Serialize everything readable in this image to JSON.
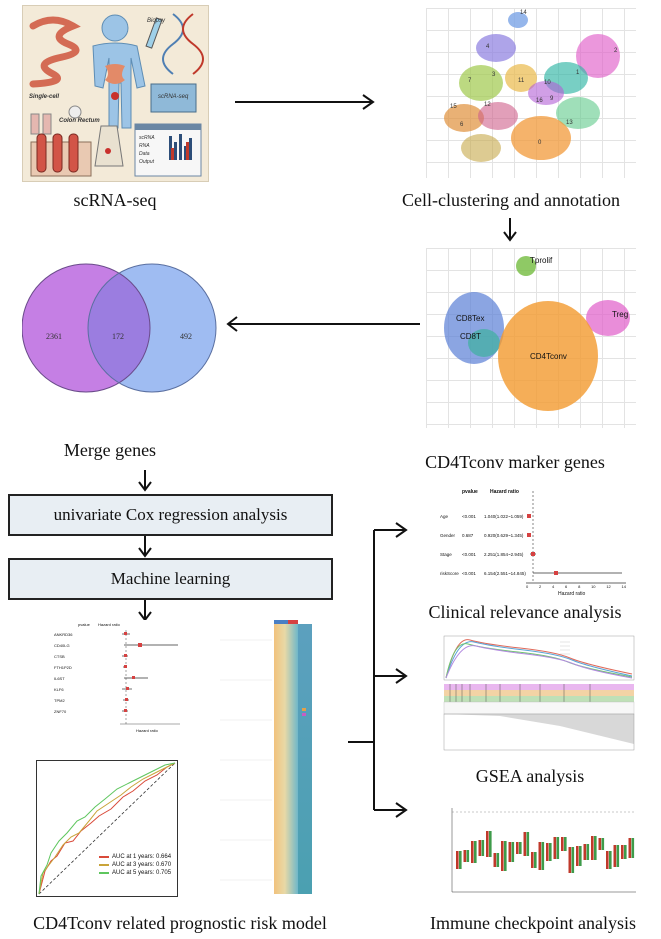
{
  "captions": {
    "scrna": "scRNA-seq",
    "clustering": "Cell-clustering and annotation",
    "merge": "Merge genes",
    "markers": "CD4Tconv marker genes",
    "clinical": "Clinical relevance analysis",
    "gsea": "GSEA analysis",
    "riskmodel": "CD4Tconv related prognostic risk model",
    "immune": "Immune checkpoint analysis"
  },
  "boxes": {
    "cox": "univariate Cox regression analysis",
    "ml": "Machine learning"
  },
  "venn": {
    "left": "2361",
    "middle": "172",
    "right": "492"
  },
  "illustration": {
    "biopsy": "Biopsy",
    "scrnaseq": "scRNA-seq",
    "single_cell": "Single-cell",
    "colon_rectum": "Colon Rectum",
    "panel_lines": [
      "scRNA",
      "RNA",
      "Data",
      "Output"
    ]
  },
  "umap_clusters": {
    "labels": [
      "14",
      "2",
      "4",
      "7",
      "3",
      "11",
      "10",
      "1",
      "16",
      "9",
      "15",
      "12",
      "6",
      "13",
      "0"
    ]
  },
  "umap_celltypes": {
    "labels": [
      "Tprolif",
      "CD8Tex",
      "CD8T",
      "Treg",
      "CD4Tconv"
    ]
  },
  "forest_clinical": {
    "header_p": "pvalue",
    "header_hr": "Hazard ratio",
    "rows": [
      {
        "name": "Age",
        "p": "<0.001",
        "hr": "1.040(1.022~1.059)"
      },
      {
        "name": "Gender",
        "p": "0.687",
        "hr": "0.920(0.629~1.345)"
      },
      {
        "name": "Stage",
        "p": "<0.001",
        "hr": "2.251(1.854~2.945)"
      },
      {
        "name": "riskScore",
        "p": "<0.001",
        "hr": "6.154(2.551~14.845)"
      }
    ],
    "xlabel": "Hazard ratio",
    "ticks": [
      "0",
      "2",
      "4",
      "6",
      "8",
      "10",
      "12",
      "14"
    ]
  },
  "forest_model": {
    "header_p": "pvalue",
    "header_hr": "Hazard ratio",
    "rows": [
      "ANKRD36",
      "CD40LG",
      "CTSB",
      "FTH1P2D",
      "IL6ST",
      "KLF6",
      "TPM2",
      "ZNF70"
    ],
    "xlabel": "Hazard ratio"
  },
  "roc": {
    "legend": [
      {
        "label": "AUC at 1 years: 0.664",
        "color": "#d94a3a"
      },
      {
        "label": "AUC at 3 years: 0.670",
        "color": "#c9a43a"
      },
      {
        "label": "AUC at 5 years: 0.705",
        "color": "#5ec65e"
      }
    ]
  },
  "colors": {
    "venn_left": "#c57fe4",
    "venn_right": "#9fbcf2",
    "venn_overlap": "#9b7de0",
    "box_fill": "#e8eef3",
    "arrow": "#111111"
  }
}
